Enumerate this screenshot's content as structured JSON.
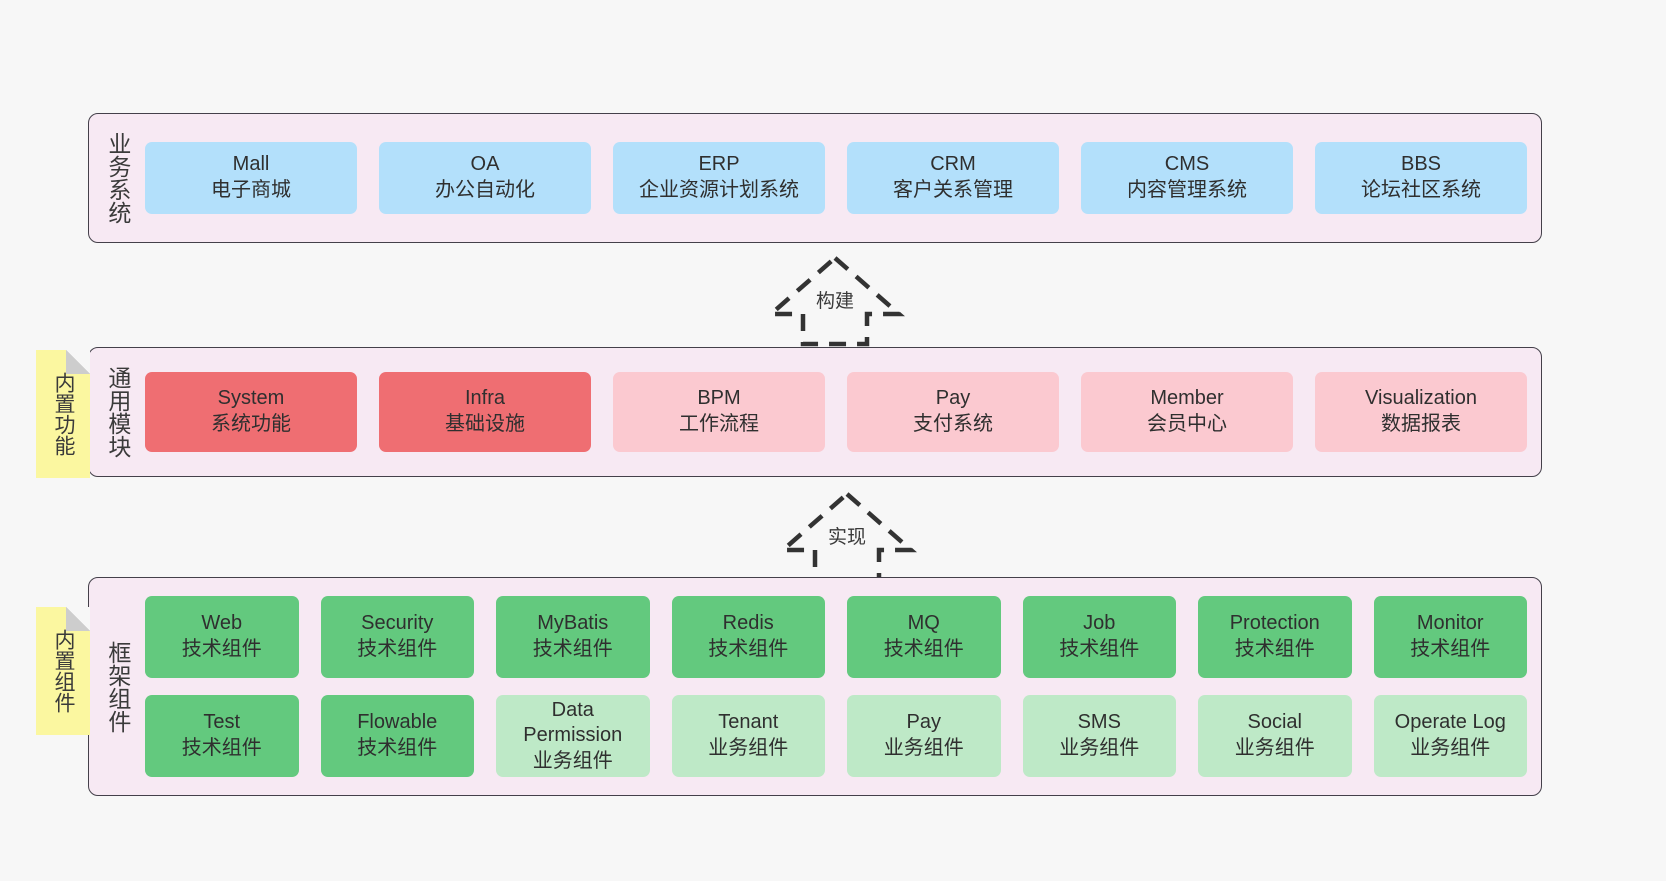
{
  "colors": {
    "background": "#f7f7f7",
    "layer_fill": "#f7e9f3",
    "layer_border": "#44404a",
    "business_card": "#b3e0fb",
    "core_module_card": "#ef6e72",
    "module_card": "#fbc9d0",
    "tech_component_card": "#63c97e",
    "biz_component_card": "#bee9c7",
    "note_fill": "#fbf7a0",
    "arrow_stroke": "#333333"
  },
  "layers": [
    {
      "id": "business",
      "label": "业务系统",
      "cards": [
        {
          "title": "Mall",
          "subtitle": "电子商城",
          "style": "blue"
        },
        {
          "title": "OA",
          "subtitle": "办公自动化",
          "style": "blue"
        },
        {
          "title": "ERP",
          "subtitle": "企业资源计划系统",
          "style": "blue"
        },
        {
          "title": "CRM",
          "subtitle": "客户关系管理",
          "style": "blue"
        },
        {
          "title": "CMS",
          "subtitle": "内容管理系统",
          "style": "blue"
        },
        {
          "title": "BBS",
          "subtitle": "论坛社区系统",
          "style": "blue"
        }
      ]
    },
    {
      "id": "common",
      "label": "通用模块",
      "cards": [
        {
          "title": "System",
          "subtitle": "系统功能",
          "style": "red"
        },
        {
          "title": "Infra",
          "subtitle": "基础设施",
          "style": "red"
        },
        {
          "title": "BPM",
          "subtitle": "工作流程",
          "style": "pink"
        },
        {
          "title": "Pay",
          "subtitle": "支付系统",
          "style": "pink"
        },
        {
          "title": "Member",
          "subtitle": "会员中心",
          "style": "pink"
        },
        {
          "title": "Visualization",
          "subtitle": "数据报表",
          "style": "pink"
        }
      ]
    },
    {
      "id": "framework",
      "label": "框架组件",
      "row1": [
        {
          "title": "Web",
          "subtitle": "技术组件",
          "style": "green"
        },
        {
          "title": "Security",
          "subtitle": "技术组件",
          "style": "green"
        },
        {
          "title": "MyBatis",
          "subtitle": "技术组件",
          "style": "green"
        },
        {
          "title": "Redis",
          "subtitle": "技术组件",
          "style": "green"
        },
        {
          "title": "MQ",
          "subtitle": "技术组件",
          "style": "green"
        },
        {
          "title": "Job",
          "subtitle": "技术组件",
          "style": "green"
        },
        {
          "title": "Protection",
          "subtitle": "技术组件",
          "style": "green"
        },
        {
          "title": "Monitor",
          "subtitle": "技术组件",
          "style": "green"
        }
      ],
      "row2": [
        {
          "title": "Test",
          "subtitle": "技术组件",
          "style": "green"
        },
        {
          "title": "Flowable",
          "subtitle": "技术组件",
          "style": "green"
        },
        {
          "title": "Data Permission",
          "subtitle": "业务组件",
          "style": "lightgreen",
          "wrap": true
        },
        {
          "title": "Tenant",
          "subtitle": "业务组件",
          "style": "lightgreen"
        },
        {
          "title": "Pay",
          "subtitle": "业务组件",
          "style": "lightgreen"
        },
        {
          "title": "SMS",
          "subtitle": "业务组件",
          "style": "lightgreen"
        },
        {
          "title": "Social",
          "subtitle": "业务组件",
          "style": "lightgreen"
        },
        {
          "title": "Operate Log",
          "subtitle": "业务组件",
          "style": "lightgreen"
        }
      ]
    }
  ],
  "notes": [
    {
      "id": "builtin-func",
      "label": "内置功能"
    },
    {
      "id": "builtin-comp",
      "label": "内置组件"
    }
  ],
  "arrows": [
    {
      "id": "build",
      "label": "构建"
    },
    {
      "id": "impl",
      "label": "实现"
    }
  ]
}
